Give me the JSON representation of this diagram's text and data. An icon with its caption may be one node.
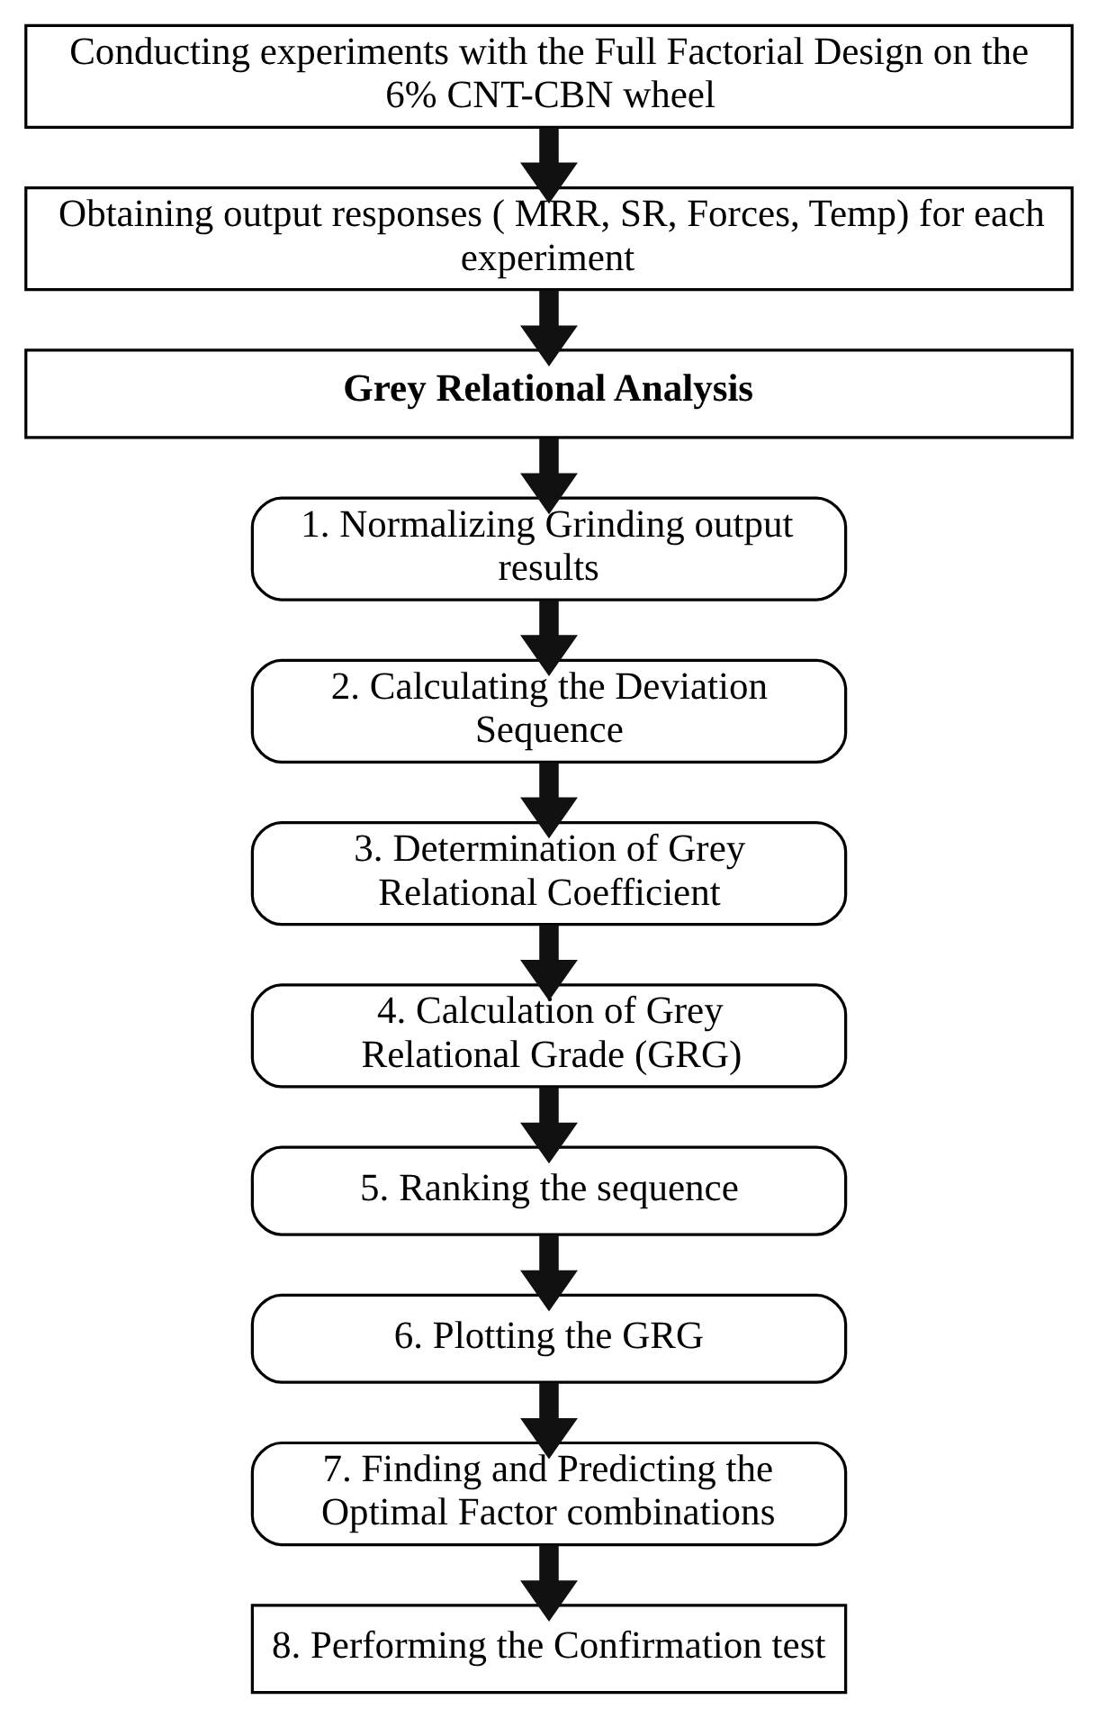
{
  "diagram": {
    "nodes": [
      {
        "text": [
          "Conducting experiments with the Full Factorial Design on the 6% CNT-CBN wheel"
        ]
      },
      {
        "text": [
          "Obtaining output responses ( MRR, SR, Forces, Temp) for each experiment"
        ]
      },
      {
        "text": [
          "Grey Relational Analysis"
        ]
      },
      {
        "text": [
          "1. Normalizing Grinding output results"
        ]
      },
      {
        "text": [
          "2. Calculating the Deviation Sequence"
        ]
      },
      {
        "text": [
          "3. Determination of Grey Relational Coefficient"
        ]
      },
      {
        "text": [
          "4. Calculation of Grey Relational Grade (GRG)"
        ]
      },
      {
        "text": [
          "5. Ranking the sequence"
        ]
      },
      {
        "text": [
          "6. Plotting the GRG"
        ]
      },
      {
        "text": [
          "7. Finding and Predicting the Optimal Factor combinations"
        ]
      },
      {
        "text": [
          "8. Performing the Confirmation test"
        ]
      }
    ],
    "edges": [
      {
        "from": 0,
        "to": 1,
        "arrow": "to"
      },
      {
        "from": 1,
        "to": 2,
        "arrow": "to"
      },
      {
        "from": 2,
        "to": 3,
        "arrow": "to"
      },
      {
        "from": 3,
        "to": 4,
        "arrow": "to"
      },
      {
        "from": 4,
        "to": 5,
        "arrow": "to"
      },
      {
        "from": 5,
        "to": 6,
        "arrow": "to"
      },
      {
        "from": 6,
        "to": 7,
        "arrow": "to"
      },
      {
        "from": 7,
        "to": 8,
        "arrow": "to"
      },
      {
        "from": 8,
        "to": 9,
        "arrow": "to"
      },
      {
        "from": 9,
        "to": 10,
        "arrow": "to"
      }
    ]
  }
}
